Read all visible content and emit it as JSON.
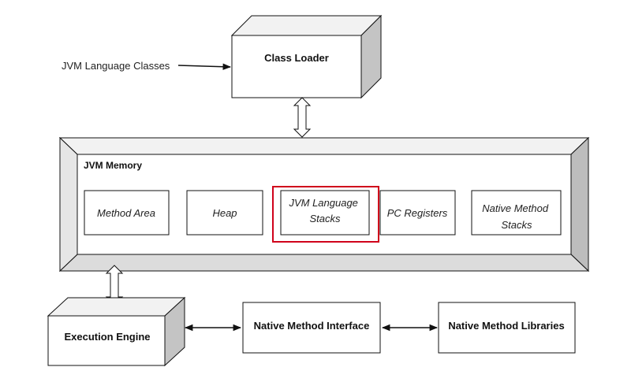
{
  "input_label": "JVM Language Classes",
  "class_loader": {
    "label": "Class Loader"
  },
  "jvm_memory": {
    "title": "JVM Memory",
    "areas": [
      {
        "lines": [
          "Method Area"
        ]
      },
      {
        "lines": [
          "Heap"
        ]
      },
      {
        "lines": [
          "JVM Language",
          "Stacks"
        ],
        "highlighted": true
      },
      {
        "lines": [
          "PC Registers"
        ]
      },
      {
        "lines": [
          "Native Method",
          "Stacks"
        ]
      }
    ]
  },
  "execution_engine": {
    "label": "Execution Engine"
  },
  "native_method_interface": {
    "label": "Native Method Interface"
  },
  "native_method_libraries": {
    "label": "Native Method Libraries"
  },
  "colors": {
    "stroke": "#111111",
    "bevel_light": "#f2f2f2",
    "bevel_mid": "#dcdcdc",
    "bevel_dark": "#bdbdbd",
    "highlight": "#d0021b"
  }
}
